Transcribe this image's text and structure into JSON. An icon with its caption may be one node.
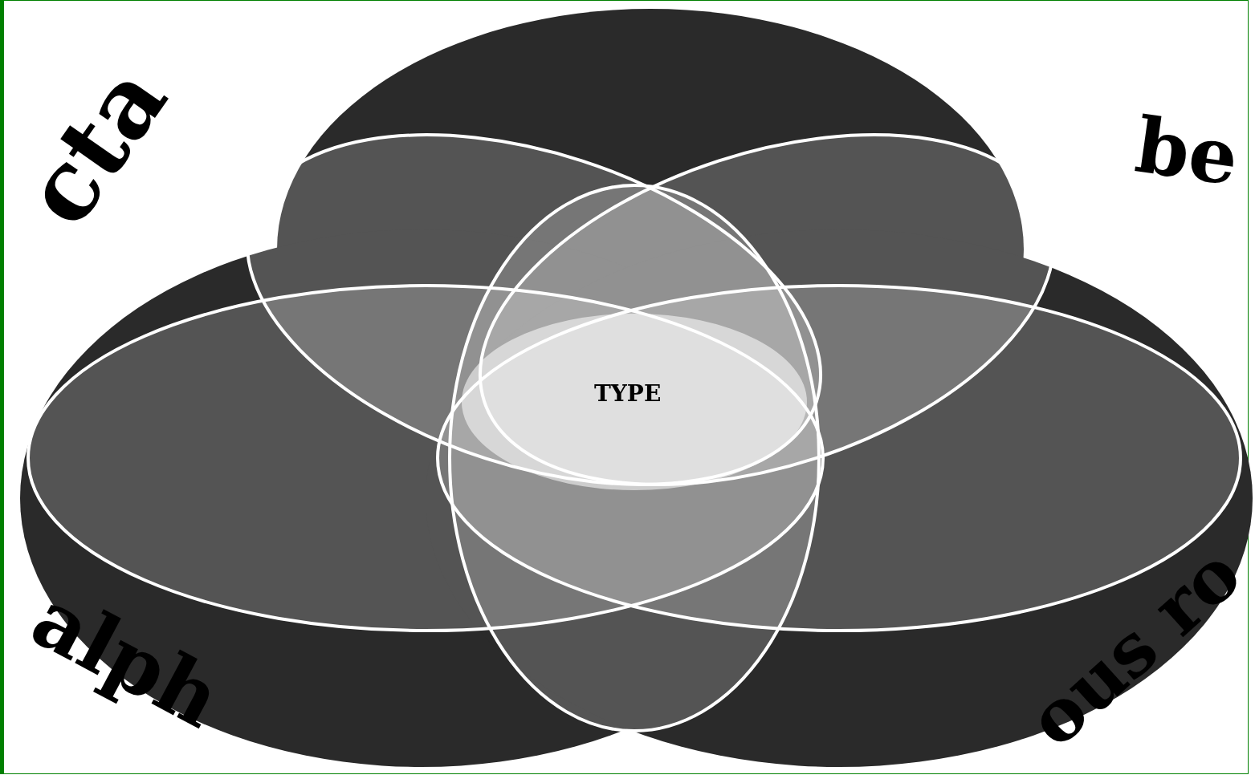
{
  "diagram": {
    "labels": [
      "cta",
      "be",
      "TYPE",
      "alph",
      "ous ro"
    ]
  }
}
